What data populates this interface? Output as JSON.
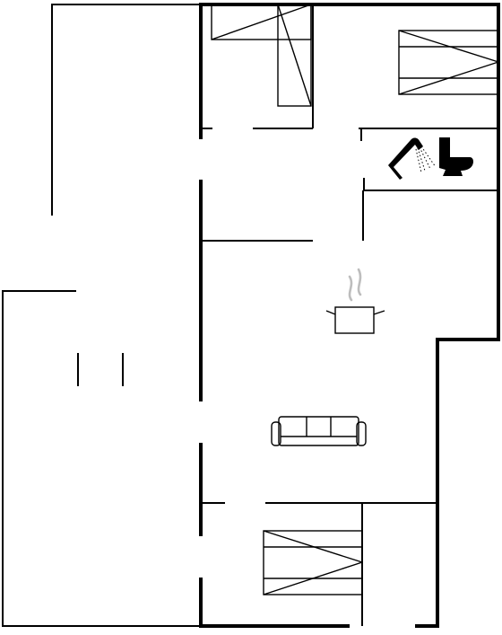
{
  "floorplan": {
    "rooms": [
      {
        "name": "bedroom",
        "icon": "bed-icon"
      },
      {
        "name": "bedroom",
        "icon": "bed-icon"
      },
      {
        "name": "bathroom",
        "icon": "shower-icon"
      },
      {
        "name": "bathroom",
        "icon": "toilet-icon"
      },
      {
        "name": "kitchen",
        "icon": "cooking-pot-icon"
      },
      {
        "name": "living-room",
        "icon": "sofa-icon"
      },
      {
        "name": "bedroom",
        "icon": "bed-icon"
      }
    ],
    "colors": {
      "wall": "#000000",
      "background": "#ffffff",
      "steam": "#bdbdbd"
    }
  }
}
